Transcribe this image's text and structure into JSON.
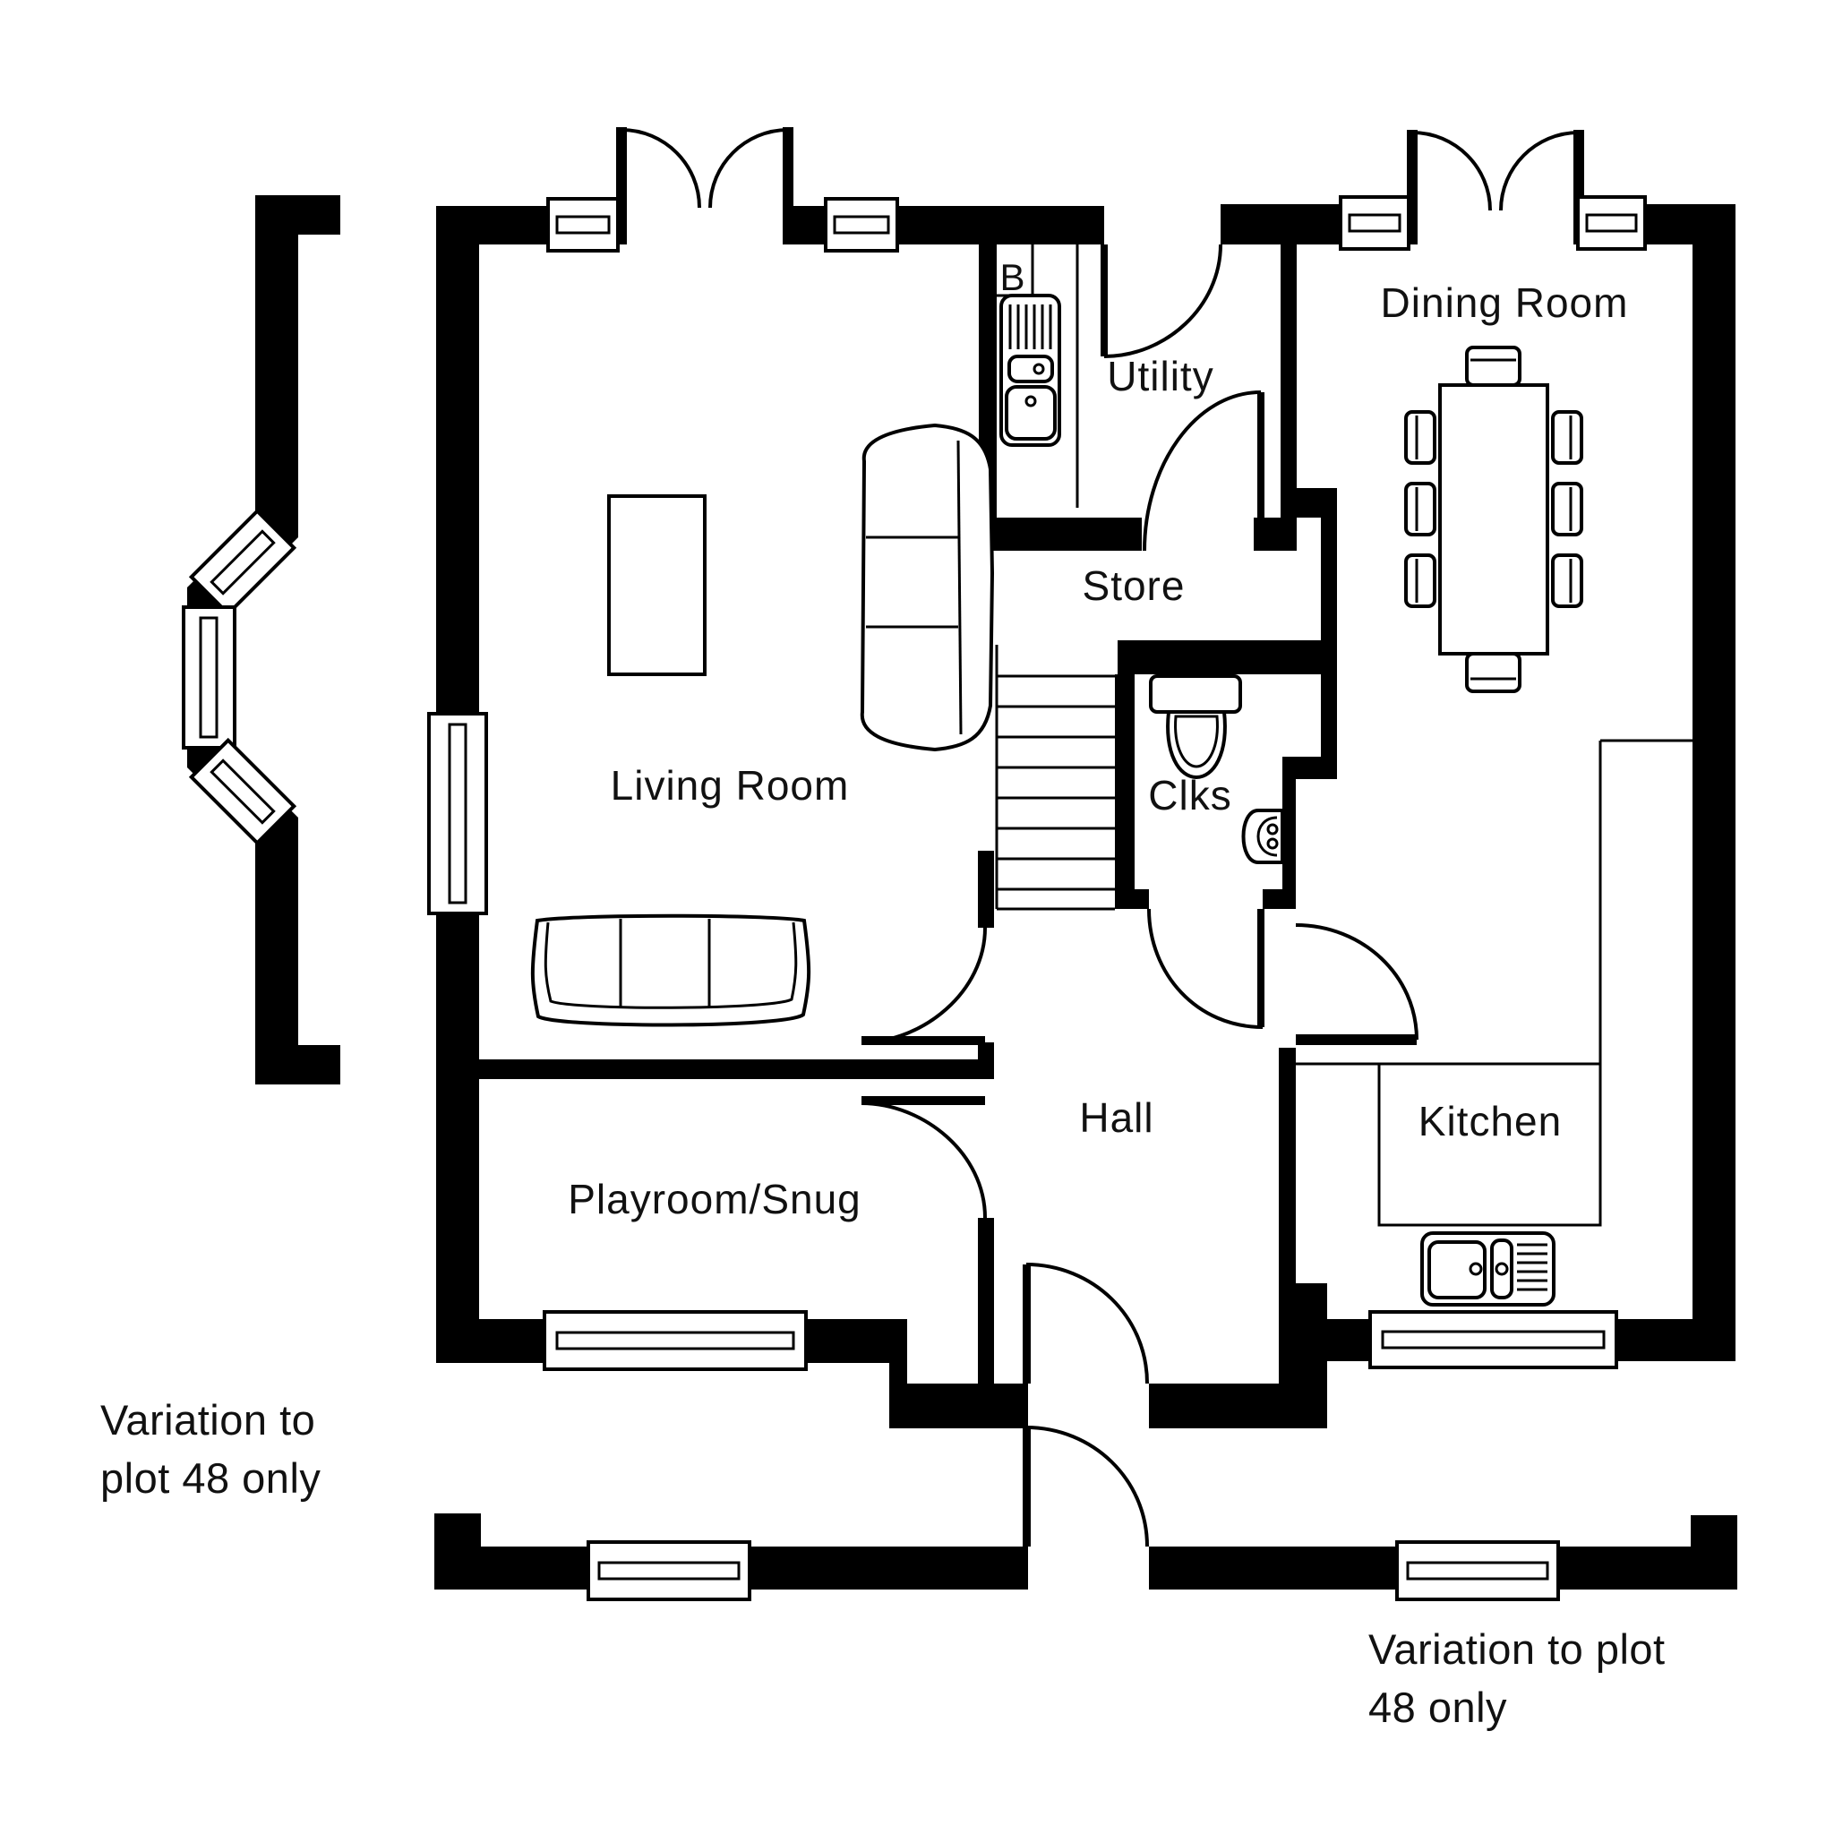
{
  "document": {
    "type": "floor-plan",
    "background": "#ffffff",
    "wall_color": "#000000",
    "text_color": "#111111"
  },
  "rooms": {
    "living_room": "Living Room",
    "playroom": "Playroom/Snug",
    "hall": "Hall",
    "utility": "Utility",
    "store": "Store",
    "cloakroom": "Clks",
    "dining_room": "Dining Room",
    "kitchen": "Kitchen"
  },
  "labels": {
    "boiler": "B"
  },
  "notes": {
    "left": {
      "line1": "Variation to",
      "line2": "plot 48 only"
    },
    "right": {
      "line1": "Variation to plot",
      "line2": "48 only"
    }
  },
  "icons": [
    "bay-window-icon",
    "window-icon",
    "double-door-icon",
    "single-door-icon",
    "staircase-icon",
    "utility-sink-icon",
    "toilet-icon",
    "basin-icon",
    "kitchen-sink-icon",
    "dining-table-icon",
    "dining-chair-icon",
    "sofa-icon",
    "coffee-table-icon",
    "kitchen-counter-icon"
  ]
}
